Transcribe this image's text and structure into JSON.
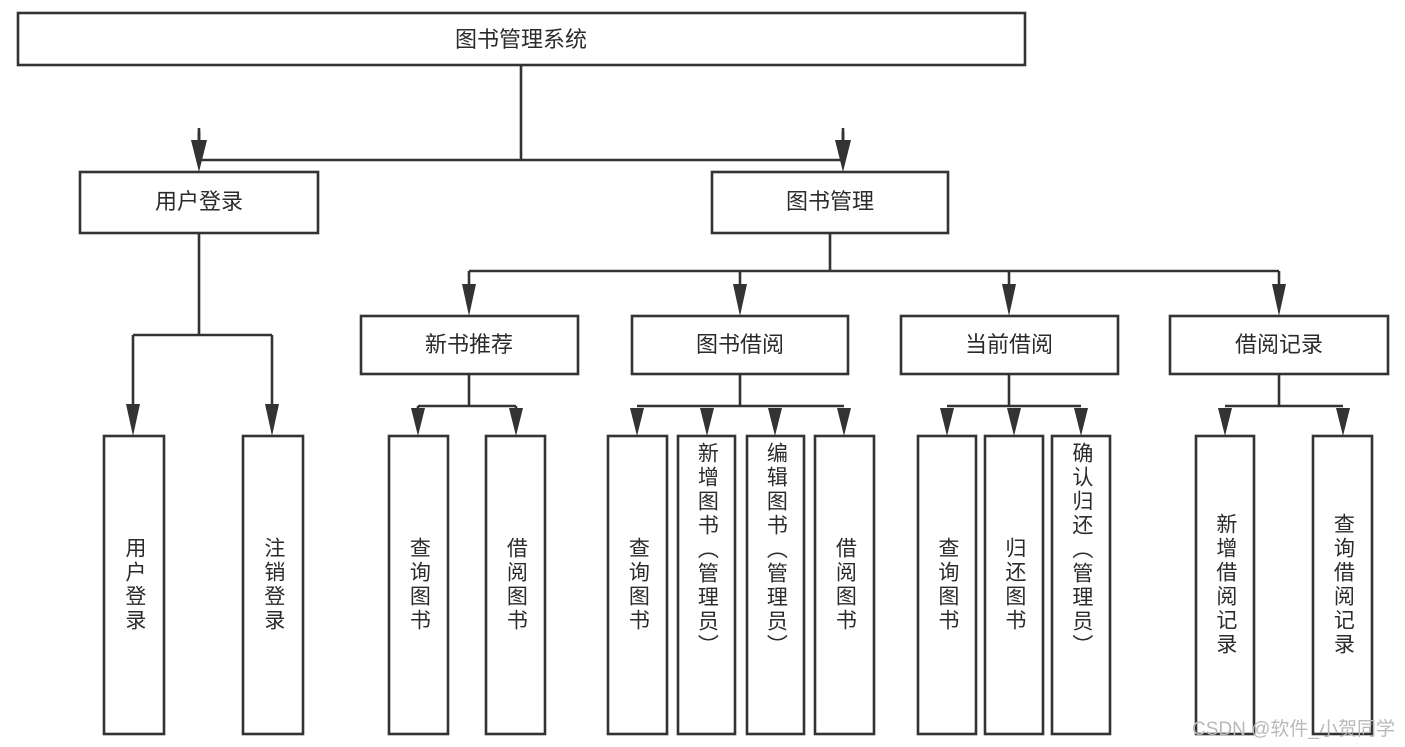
{
  "diagram": {
    "type": "tree-hierarchy",
    "title": "图书管理系统",
    "watermark": "CSDN @软件_小贺同学",
    "colors": {
      "stroke": "#333333",
      "node_fill": "#ffffff",
      "text": "#2b2b2b",
      "background": "#ffffff",
      "watermark": "#b9b9b9"
    },
    "levels": {
      "root": {
        "label": "图书管理系统"
      },
      "level1": [
        {
          "label": "用户登录"
        },
        {
          "label": "图书管理"
        }
      ],
      "level2": [
        {
          "label": "新书推荐",
          "parent": "图书管理"
        },
        {
          "label": "图书借阅",
          "parent": "图书管理"
        },
        {
          "label": "当前借阅",
          "parent": "图书管理"
        },
        {
          "label": "借阅记录",
          "parent": "图书管理"
        }
      ],
      "leaves": [
        {
          "label": "用户登录",
          "parent": "用户登录"
        },
        {
          "label": "注销登录",
          "parent": "用户登录"
        },
        {
          "label": "查询图书",
          "parent": "新书推荐"
        },
        {
          "label": "借阅图书",
          "parent": "新书推荐"
        },
        {
          "label": "查询图书",
          "parent": "图书借阅"
        },
        {
          "label": "新增图书（管理员）",
          "parent": "图书借阅"
        },
        {
          "label": "编辑图书（管理员）",
          "parent": "图书借阅"
        },
        {
          "label": "借阅图书",
          "parent": "图书借阅"
        },
        {
          "label": "查询图书",
          "parent": "当前借阅"
        },
        {
          "label": "归还图书",
          "parent": "当前借阅"
        },
        {
          "label": "确认归还（管理员）",
          "parent": "当前借阅"
        },
        {
          "label": "新增借阅记录",
          "parent": "借阅记录"
        },
        {
          "label": "查询借阅记录",
          "parent": "借阅记录"
        }
      ]
    }
  }
}
